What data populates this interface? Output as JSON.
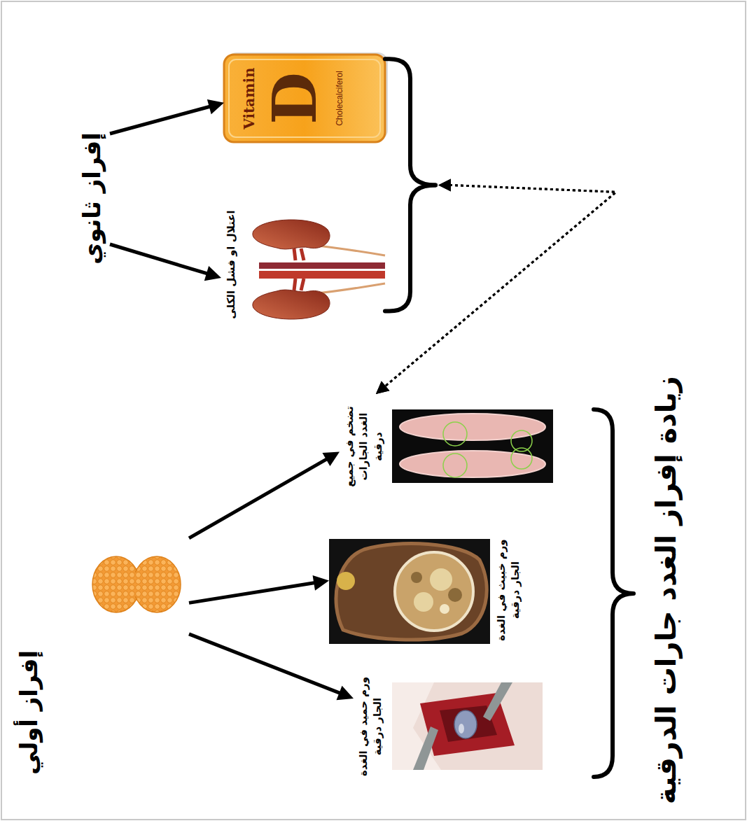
{
  "diagram": {
    "title": "زيادة إفراز الغدد جارات الدرقية",
    "nodes": [
      {
        "text": [
          "إفراز أولي"
        ]
      },
      {
        "text": [
          "ورم حميد في الغدة الجار درقية"
        ]
      },
      {
        "text": [
          "ورم خبيث في الغدة الجار درقية"
        ]
      },
      {
        "text": [
          "تضخم في جميع الغدد الجارات درقية"
        ]
      },
      {
        "text": [
          "إفراز ثانوي"
        ]
      },
      {
        "text": [
          "اعتلال او فشل الكلى"
        ]
      },
      {
        "text": [
          "Vitamin",
          "D",
          "Cholecalciferol"
        ]
      }
    ],
    "edges": [
      {
        "from": 0,
        "to": 1,
        "arrow": "to"
      },
      {
        "from": 0,
        "to": 2,
        "arrow": "to"
      },
      {
        "from": 0,
        "to": 3,
        "arrow": "to"
      },
      {
        "from": 4,
        "to": 5,
        "arrow": "to"
      },
      {
        "from": 4,
        "to": 6,
        "arrow": "to"
      },
      {
        "from": 5,
        "to": 3,
        "arrow": "both"
      },
      {
        "from": 6,
        "to": 3,
        "arrow": "both"
      }
    ]
  }
}
